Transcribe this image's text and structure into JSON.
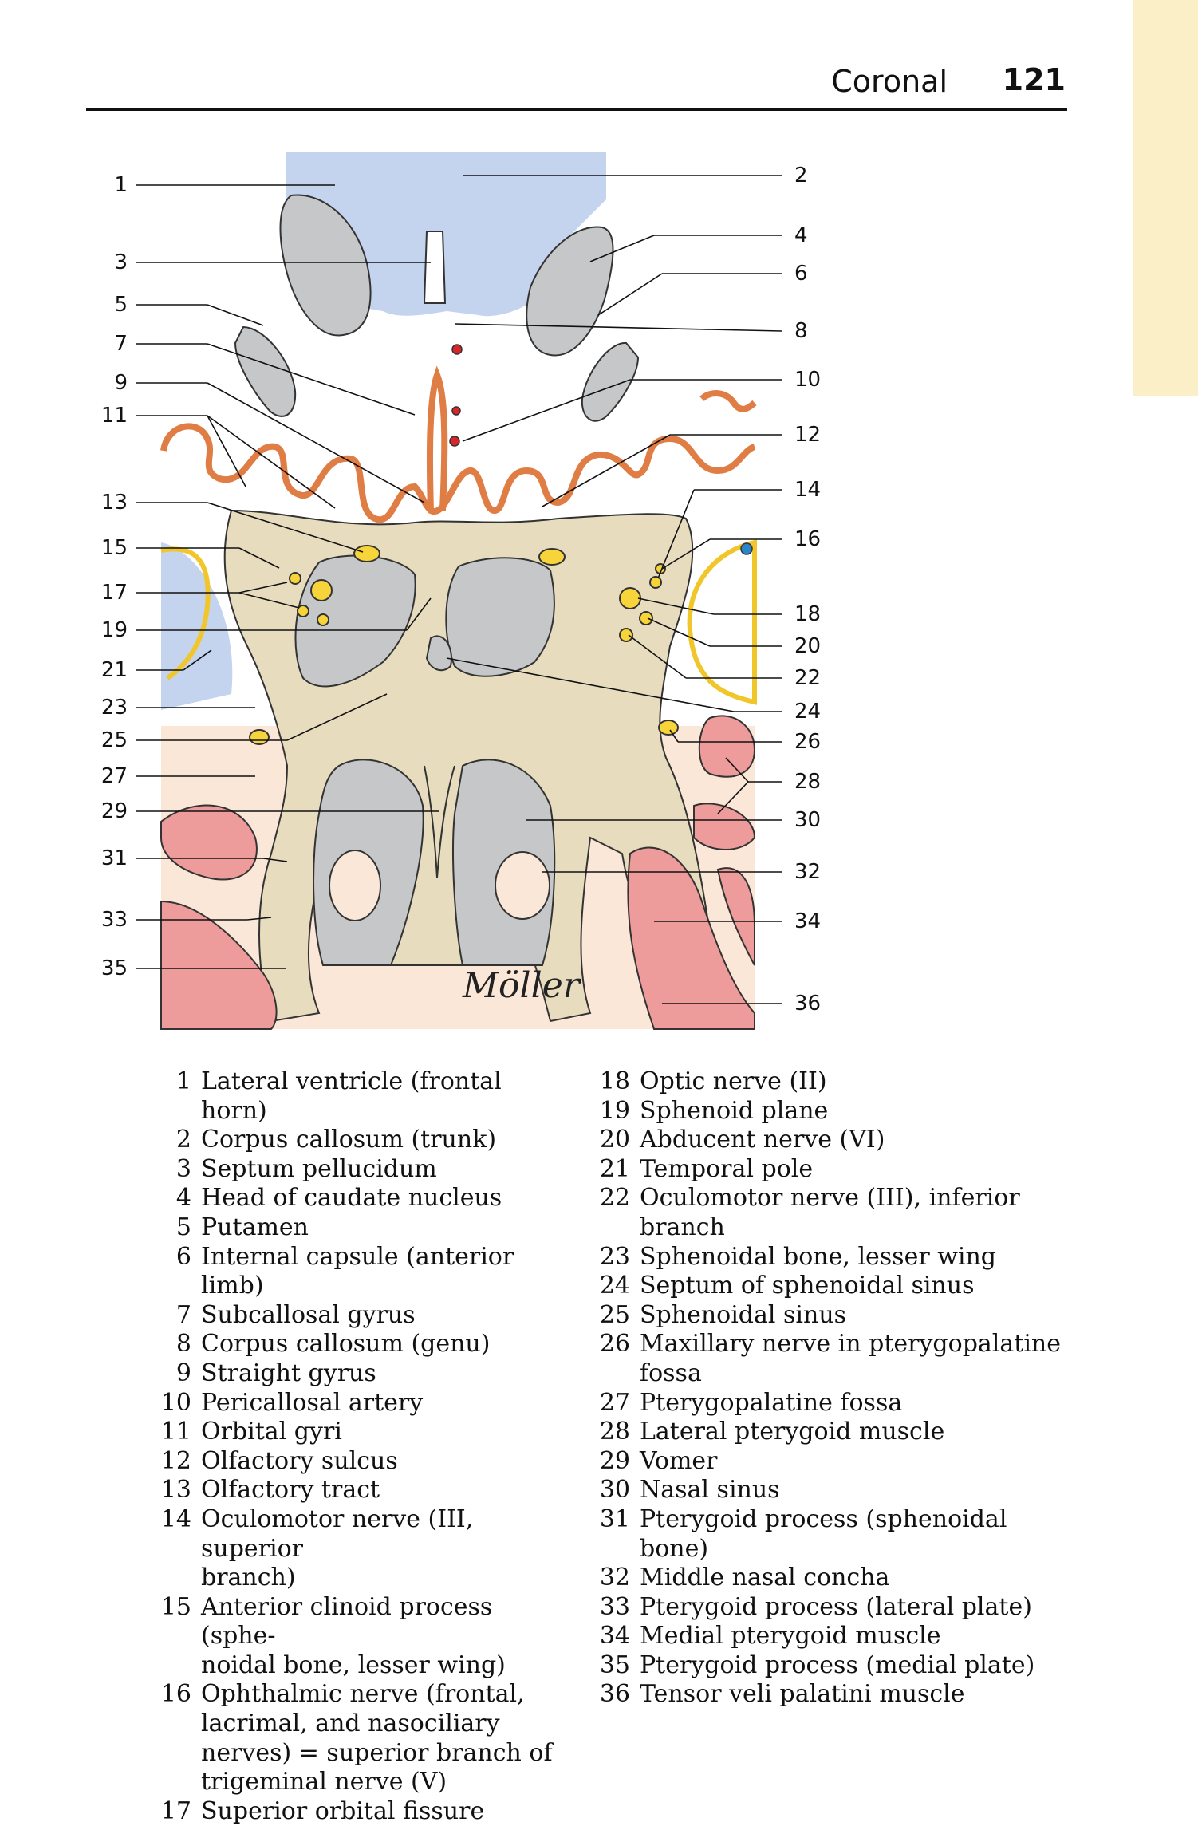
{
  "header": {
    "section_title": "Coronal",
    "page_number": "121"
  },
  "figure": {
    "signature": "Möller",
    "colors": {
      "ventricle": "#c4d3ee",
      "gray_matter": "#c6c7c9",
      "cortex_outline": "#e07d45",
      "bone": "#e8dcbf",
      "fossa": "#fbe7d8",
      "muscle": "#ee9b9b",
      "nerve": "#f7d53a",
      "artery": "#d9262a",
      "vein": "#2b86c7"
    },
    "callouts_left": [
      "1",
      "3",
      "5",
      "7",
      "9",
      "11",
      "13",
      "15",
      "17",
      "19",
      "21",
      "23",
      "25",
      "27",
      "29",
      "31",
      "33",
      "35"
    ],
    "callouts_right": [
      "2",
      "4",
      "6",
      "8",
      "10",
      "12",
      "14",
      "16",
      "18",
      "20",
      "22",
      "24",
      "26",
      "28",
      "30",
      "32",
      "34",
      "36"
    ]
  },
  "legend": {
    "column_1": [
      {
        "num": "1",
        "lines": [
          "Lateral ventricle (frontal horn)"
        ]
      },
      {
        "num": "2",
        "lines": [
          "Corpus callosum (trunk)"
        ]
      },
      {
        "num": "3",
        "lines": [
          "Septum pellucidum"
        ]
      },
      {
        "num": "4",
        "lines": [
          "Head of caudate nucleus"
        ]
      },
      {
        "num": "5",
        "lines": [
          "Putamen"
        ]
      },
      {
        "num": "6",
        "lines": [
          "Internal capsule (anterior limb)"
        ]
      },
      {
        "num": "7",
        "lines": [
          "Subcallosal gyrus"
        ]
      },
      {
        "num": "8",
        "lines": [
          "Corpus callosum (genu)"
        ]
      },
      {
        "num": "9",
        "lines": [
          "Straight gyrus"
        ]
      },
      {
        "num": "10",
        "lines": [
          "Pericallosal artery"
        ]
      },
      {
        "num": "11",
        "lines": [
          "Orbital gyri"
        ]
      },
      {
        "num": "12",
        "lines": [
          "Olfactory sulcus"
        ]
      },
      {
        "num": "13",
        "lines": [
          "Olfactory tract"
        ]
      },
      {
        "num": "14",
        "lines": [
          "Oculomotor nerve (III, superior",
          "branch)"
        ]
      },
      {
        "num": "15",
        "lines": [
          "Anterior clinoid process (sphe-",
          "noidal bone, lesser wing)"
        ]
      },
      {
        "num": "16",
        "lines": [
          "Ophthalmic nerve (frontal,",
          "lacrimal, and nasociliary",
          "nerves) = superior branch of",
          "trigeminal nerve (V)"
        ]
      },
      {
        "num": "17",
        "lines": [
          "Superior orbital fissure"
        ]
      }
    ],
    "column_2": [
      {
        "num": "18",
        "lines": [
          "Optic nerve (II)"
        ]
      },
      {
        "num": "19",
        "lines": [
          "Sphenoid plane"
        ]
      },
      {
        "num": "20",
        "lines": [
          "Abducent nerve (VI)"
        ]
      },
      {
        "num": "21",
        "lines": [
          "Temporal pole"
        ]
      },
      {
        "num": "22",
        "lines": [
          "Oculomotor nerve (III), inferior",
          "branch"
        ]
      },
      {
        "num": "23",
        "lines": [
          "Sphenoidal bone, lesser wing"
        ]
      },
      {
        "num": "24",
        "lines": [
          "Septum of sphenoidal sinus"
        ]
      },
      {
        "num": "25",
        "lines": [
          "Sphenoidal sinus"
        ]
      },
      {
        "num": "26",
        "lines": [
          "Maxillary nerve in pterygopalatine",
          "fossa"
        ]
      },
      {
        "num": "27",
        "lines": [
          "Pterygopalatine fossa"
        ]
      },
      {
        "num": "28",
        "lines": [
          "Lateral pterygoid muscle"
        ]
      },
      {
        "num": "29",
        "lines": [
          "Vomer"
        ]
      },
      {
        "num": "30",
        "lines": [
          "Nasal sinus"
        ]
      },
      {
        "num": "31",
        "lines": [
          "Pterygoid process (sphenoidal",
          "bone)"
        ]
      },
      {
        "num": "32",
        "lines": [
          "Middle nasal concha"
        ]
      },
      {
        "num": "33",
        "lines": [
          "Pterygoid process (lateral plate)"
        ]
      },
      {
        "num": "34",
        "lines": [
          "Medial pterygoid muscle"
        ]
      },
      {
        "num": "35",
        "lines": [
          "Pterygoid process (medial plate)"
        ]
      },
      {
        "num": "36",
        "lines": [
          "Tensor veli palatini muscle"
        ]
      }
    ]
  }
}
